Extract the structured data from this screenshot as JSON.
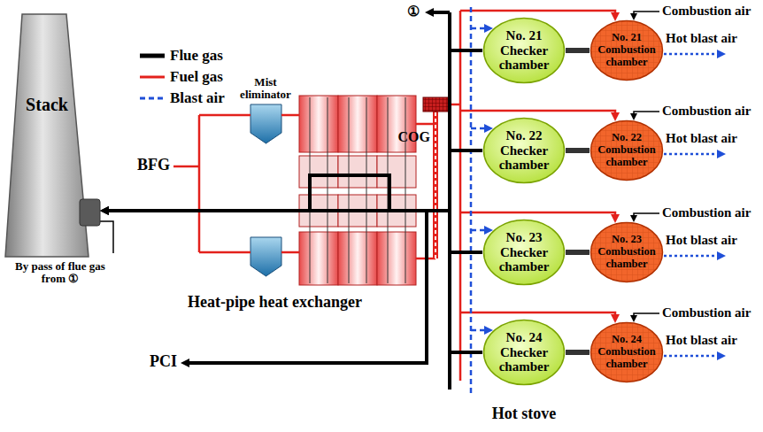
{
  "diagram": {
    "nodes": [
      {
        "text": [
          "Stack"
        ]
      },
      {
        "text": [
          "No. 21 Checker chamber"
        ]
      },
      {
        "text": [
          "No. 21 Combustion chamber"
        ]
      },
      {
        "text": [
          "No. 22 Checker chamber"
        ]
      },
      {
        "text": [
          "No. 22 Combustion chamber"
        ]
      },
      {
        "text": [
          "No. 23 Checker chamber"
        ]
      },
      {
        "text": [
          "No. 23 Combustion chamber"
        ]
      },
      {
        "text": [
          "No. 24 Checker chamber"
        ]
      },
      {
        "text": [
          "No. 24 Combustion chamber"
        ]
      }
    ],
    "edges": [
      {
        "from": 1,
        "to": 0,
        "arrow": "to"
      },
      {
        "from": 3,
        "to": 0,
        "arrow": "to"
      },
      {
        "from": 5,
        "to": 0,
        "arrow": "to"
      },
      {
        "from": 7,
        "to": 0,
        "arrow": "to"
      },
      {
        "from": 2,
        "to": 1,
        "arrow": "none"
      },
      {
        "from": 4,
        "to": 3,
        "arrow": "none"
      },
      {
        "from": 6,
        "to": 5,
        "arrow": "none"
      },
      {
        "from": 8,
        "to": 7,
        "arrow": "none"
      }
    ],
    "labels": [
      "①",
      "BFG",
      "Mist eliminator",
      "COG",
      "Heat-pipe heat exchanger",
      "PCI",
      "By pass of flue gas from ①",
      "Combustion air",
      "Combustion air",
      "Combustion air",
      "Combustion air",
      "Hot blast air",
      "Hot blast air",
      "Hot blast air",
      "Hot blast air",
      "Hot stove"
    ],
    "legend": [
      {
        "text": "Flue gas"
      },
      {
        "text": "Fuel gas"
      },
      {
        "text": "Blast air"
      }
    ]
  }
}
